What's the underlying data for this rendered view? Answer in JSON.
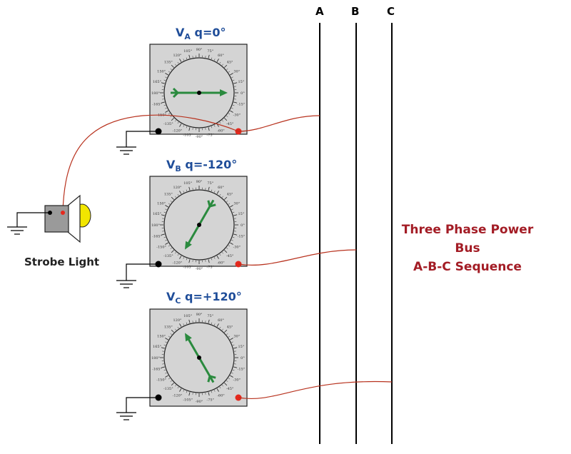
{
  "bus": {
    "labels": [
      "A",
      "B",
      "C"
    ]
  },
  "meters": [
    {
      "v": "V",
      "sub": "A",
      "phase_text": "q=0°",
      "phase_deg": 0
    },
    {
      "v": "V",
      "sub": "B",
      "phase_text": "q=-120°",
      "phase_deg": -120
    },
    {
      "v": "V",
      "sub": "C",
      "phase_text": "q=+120°",
      "phase_deg": 120
    }
  ],
  "dial_labels": [
    "0°",
    "15°",
    "30°",
    "45°",
    "60°",
    "75°",
    "90°",
    "105°",
    "120°",
    "135°",
    "150°",
    "165°",
    "180°",
    "-165°",
    "-150°",
    "-135°",
    "-120°",
    "-105°",
    "-90°",
    "-75°",
    "-60°",
    "-45°",
    "-30°",
    "-15°"
  ],
  "side_label": {
    "line1": "Three Phase Power Bus",
    "line2": "A-B-C Sequence"
  },
  "strobe": {
    "label": "Strobe Light"
  },
  "colors": {
    "meter_face": "#d4d4d4",
    "arrow": "#2a8a3e",
    "wire": "#b8321e",
    "title_blue": "#1f4d99",
    "side_red": "#a31c25",
    "strobe_lamp": "#f2e600"
  }
}
